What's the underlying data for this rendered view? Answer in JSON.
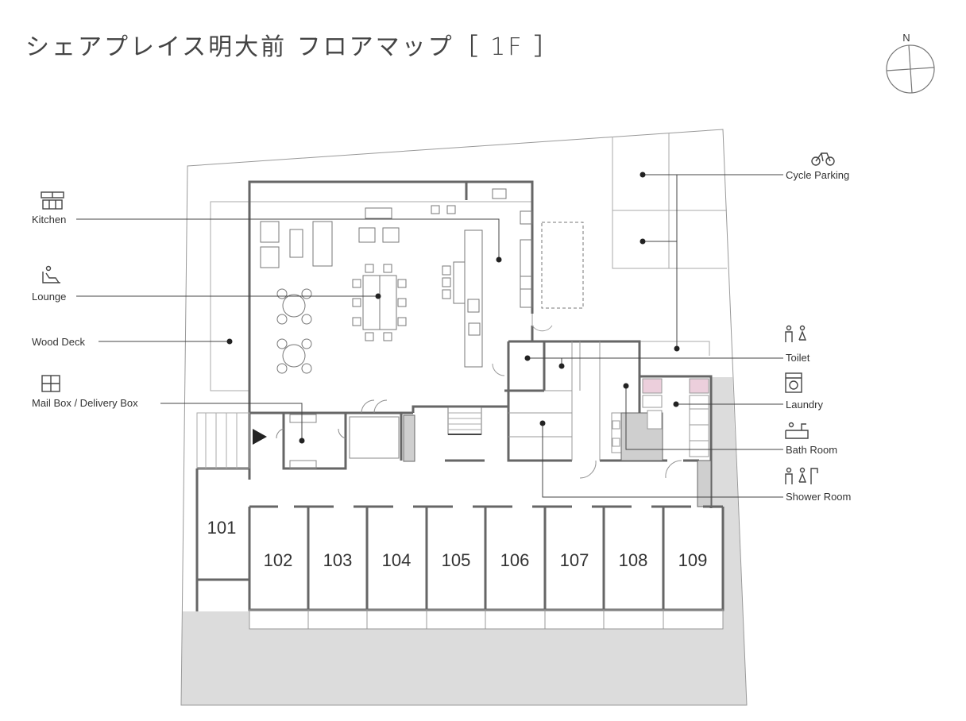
{
  "title": "シェアプレイス明大前 フロアマップ［ 1F ］",
  "compass": {
    "north_label": "N"
  },
  "left_labels": {
    "kitchen": "Kitchen",
    "lounge": "Lounge",
    "wood_deck": "Wood Deck",
    "mailbox": "Mail Box / Delivery Box"
  },
  "right_labels": {
    "cycle_parking": "Cycle Parking",
    "toilet": "Toilet",
    "laundry": "Laundry",
    "bath_room": "Bath Room",
    "shower_room": "Shower Room"
  },
  "rooms": [
    "101",
    "102",
    "103",
    "104",
    "105",
    "106",
    "107",
    "108",
    "109"
  ],
  "colors": {
    "wall": "#666666",
    "thin_line": "#9a9a9a",
    "shade": "#dcdcdc",
    "washer_pink": "#eccfdc",
    "text": "#333333"
  }
}
